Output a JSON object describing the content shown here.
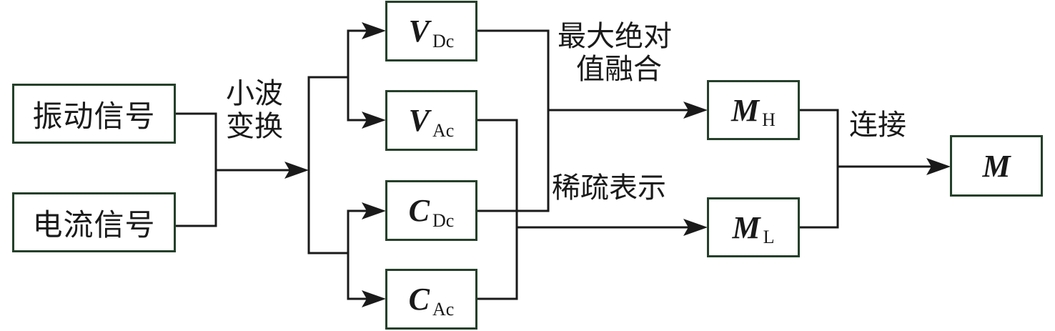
{
  "diagram": {
    "inputs": [
      {
        "id": "vibration",
        "label": "振动信号"
      },
      {
        "id": "current",
        "label": "电流信号"
      }
    ],
    "transform_label": [
      "小波",
      "变换"
    ],
    "coefficients": [
      {
        "id": "V_Dc",
        "symbol": "V",
        "subscript": "Dc"
      },
      {
        "id": "V_Ac",
        "symbol": "V",
        "subscript": "Ac"
      },
      {
        "id": "C_Dc",
        "symbol": "C",
        "subscript": "Dc"
      },
      {
        "id": "C_Ac",
        "symbol": "C",
        "subscript": "Ac"
      }
    ],
    "fusion_labels": {
      "max_abs": [
        "最大绝对",
        "值融合"
      ],
      "sparse": "稀疏表示"
    },
    "fused": [
      {
        "id": "M_H",
        "symbol": "M",
        "subscript": "H"
      },
      {
        "id": "M_L",
        "symbol": "M",
        "subscript": "L"
      }
    ],
    "concat_label": "连接",
    "output": {
      "id": "M",
      "symbol": "M"
    },
    "colors": {
      "box_border": "#25402a",
      "line": "#1a1a1a"
    }
  }
}
